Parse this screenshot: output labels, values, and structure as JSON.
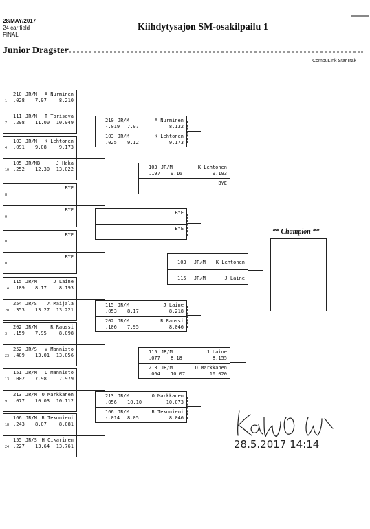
{
  "header": {
    "date": "28/MAY/2017",
    "field": "24 car field",
    "round": "FINAL",
    "title": "Kiihdytysajon SM-osakilpailu 1",
    "class_name": "Junior Dragster",
    "brand": "CompuLink StarTrak"
  },
  "champion_label": "** Champion **",
  "round1": [
    {
      "a": {
        "seed": "1",
        "num": "210",
        "cls": "JR/M",
        "name": "A Nurminen",
        "rt": ".028",
        "et": "7.97",
        "spd": "8.210"
      },
      "b": {
        "seed": "7",
        "num": "111",
        "cls": "JR/M",
        "name": "T Toriseva",
        "rt": ".298",
        "et": "11.00",
        "spd": "10.949"
      }
    },
    {
      "a": {
        "seed": "4",
        "num": "103",
        "cls": "JR/M",
        "name": "K Lehtonen",
        "rt": ".091",
        "et": "9.08",
        "spd": "9.173"
      },
      "b": {
        "seed": "10",
        "num": "105",
        "cls": "JR/MB",
        "name": "J Haka",
        "rt": ".252",
        "et": "12.30",
        "spd": "13.022"
      }
    },
    {
      "a": {
        "seed": "8",
        "num": "",
        "cls": "",
        "name": "BYE",
        "rt": "",
        "et": "",
        "spd": ""
      },
      "b": {
        "seed": "0",
        "num": "",
        "cls": "",
        "name": "BYE",
        "rt": "",
        "et": "",
        "spd": ""
      }
    },
    {
      "a": {
        "seed": "0",
        "num": "",
        "cls": "",
        "name": "BYE",
        "rt": "",
        "et": "",
        "spd": ""
      },
      "b": {
        "seed": "0",
        "num": "",
        "cls": "",
        "name": "BYE",
        "rt": "",
        "et": "",
        "spd": ""
      }
    },
    {
      "a": {
        "seed": "14",
        "num": "115",
        "cls": "JR/M",
        "name": "J Laine",
        "rt": ".189",
        "et": "8.17",
        "spd": "8.193"
      },
      "b": {
        "seed": "20",
        "num": "254",
        "cls": "JR/S",
        "name": "A Maijala",
        "rt": ".353",
        "et": "13.27",
        "spd": "13.221"
      }
    },
    {
      "a": {
        "seed": "3",
        "num": "202",
        "cls": "JR/M",
        "name": "R Raussi",
        "rt": ".159",
        "et": "7.95",
        "spd": "8.098"
      },
      "b": {
        "seed": "23",
        "num": "252",
        "cls": "JR/S",
        "name": "V Mannisto",
        "rt": ".409",
        "et": "13.01",
        "spd": "13.056"
      }
    },
    {
      "a": {
        "seed": "13",
        "num": "151",
        "cls": "JR/M",
        "name": "L Mannisto",
        "rt": ".002",
        "et": "7.98",
        "spd": "7.979"
      },
      "b": {
        "seed": "9",
        "num": "213",
        "cls": "JR/M",
        "name": "O Markkanen",
        "rt": ".077",
        "et": "10.03",
        "spd": "10.112"
      }
    },
    {
      "a": {
        "seed": "18",
        "num": "166",
        "cls": "JR/M",
        "name": "R Tekoniemi",
        "rt": ".243",
        "et": "8.07",
        "spd": "8.081"
      },
      "b": {
        "seed": "24",
        "num": "155",
        "cls": "JR/S",
        "name": "H Oikarinen",
        "rt": ".227",
        "et": "13.64",
        "spd": "13.761"
      }
    }
  ],
  "round2": [
    {
      "a": {
        "num": "210",
        "cls": "JR/M",
        "name": "A Nurminen",
        "rt": "-.019",
        "et": "7.97",
        "spd": "8.132"
      },
      "b": {
        "num": "103",
        "cls": "JR/M",
        "name": "K Lehtonen",
        "rt": ".025",
        "et": "9.12",
        "spd": "9.173"
      }
    },
    {
      "a": {
        "num": "",
        "cls": "",
        "name": "BYE",
        "rt": "",
        "et": "",
        "spd": ""
      },
      "b": {
        "num": "",
        "cls": "",
        "name": "BYE",
        "rt": "",
        "et": "",
        "spd": ""
      }
    },
    {
      "a": {
        "num": "115",
        "cls": "JR/M",
        "name": "J Laine",
        "rt": ".053",
        "et": "8.17",
        "spd": "8.218"
      },
      "b": {
        "num": "202",
        "cls": "JR/M",
        "name": "R Raussi",
        "rt": ".106",
        "et": "7.95",
        "spd": "8.046"
      }
    },
    {
      "a": {
        "num": "213",
        "cls": "JR/M",
        "name": "O Markkanen",
        "rt": ".056",
        "et": "10.10",
        "spd": "10.073"
      },
      "b": {
        "num": "166",
        "cls": "JR/M",
        "name": "R Tekoniemi",
        "rt": "-.014",
        "et": "8.05",
        "spd": "8.046"
      }
    }
  ],
  "round3": [
    {
      "a": {
        "num": "103",
        "cls": "JR/M",
        "name": "K Lehtonen",
        "rt": ".197",
        "et": "9.16",
        "spd": "9.193"
      },
      "b": {
        "num": "",
        "cls": "",
        "name": "BYE",
        "rt": "",
        "et": "",
        "spd": ""
      }
    },
    {
      "a": {
        "num": "115",
        "cls": "JR/M",
        "name": "J Laine",
        "rt": ".077",
        "et": "8.18",
        "spd": "8.155"
      },
      "b": {
        "num": "213",
        "cls": "JR/M",
        "name": "O Markkanen",
        "rt": ".064",
        "et": "10.07",
        "spd": "10.020"
      }
    }
  ],
  "final": {
    "a": {
      "num": "103",
      "cls": "JR/M",
      "name": "K Lehtonen"
    },
    "b": {
      "num": "115",
      "cls": "JR/M",
      "name": "J Laine"
    }
  },
  "signature": {
    "date_time": "28.5.2017  14:14"
  }
}
